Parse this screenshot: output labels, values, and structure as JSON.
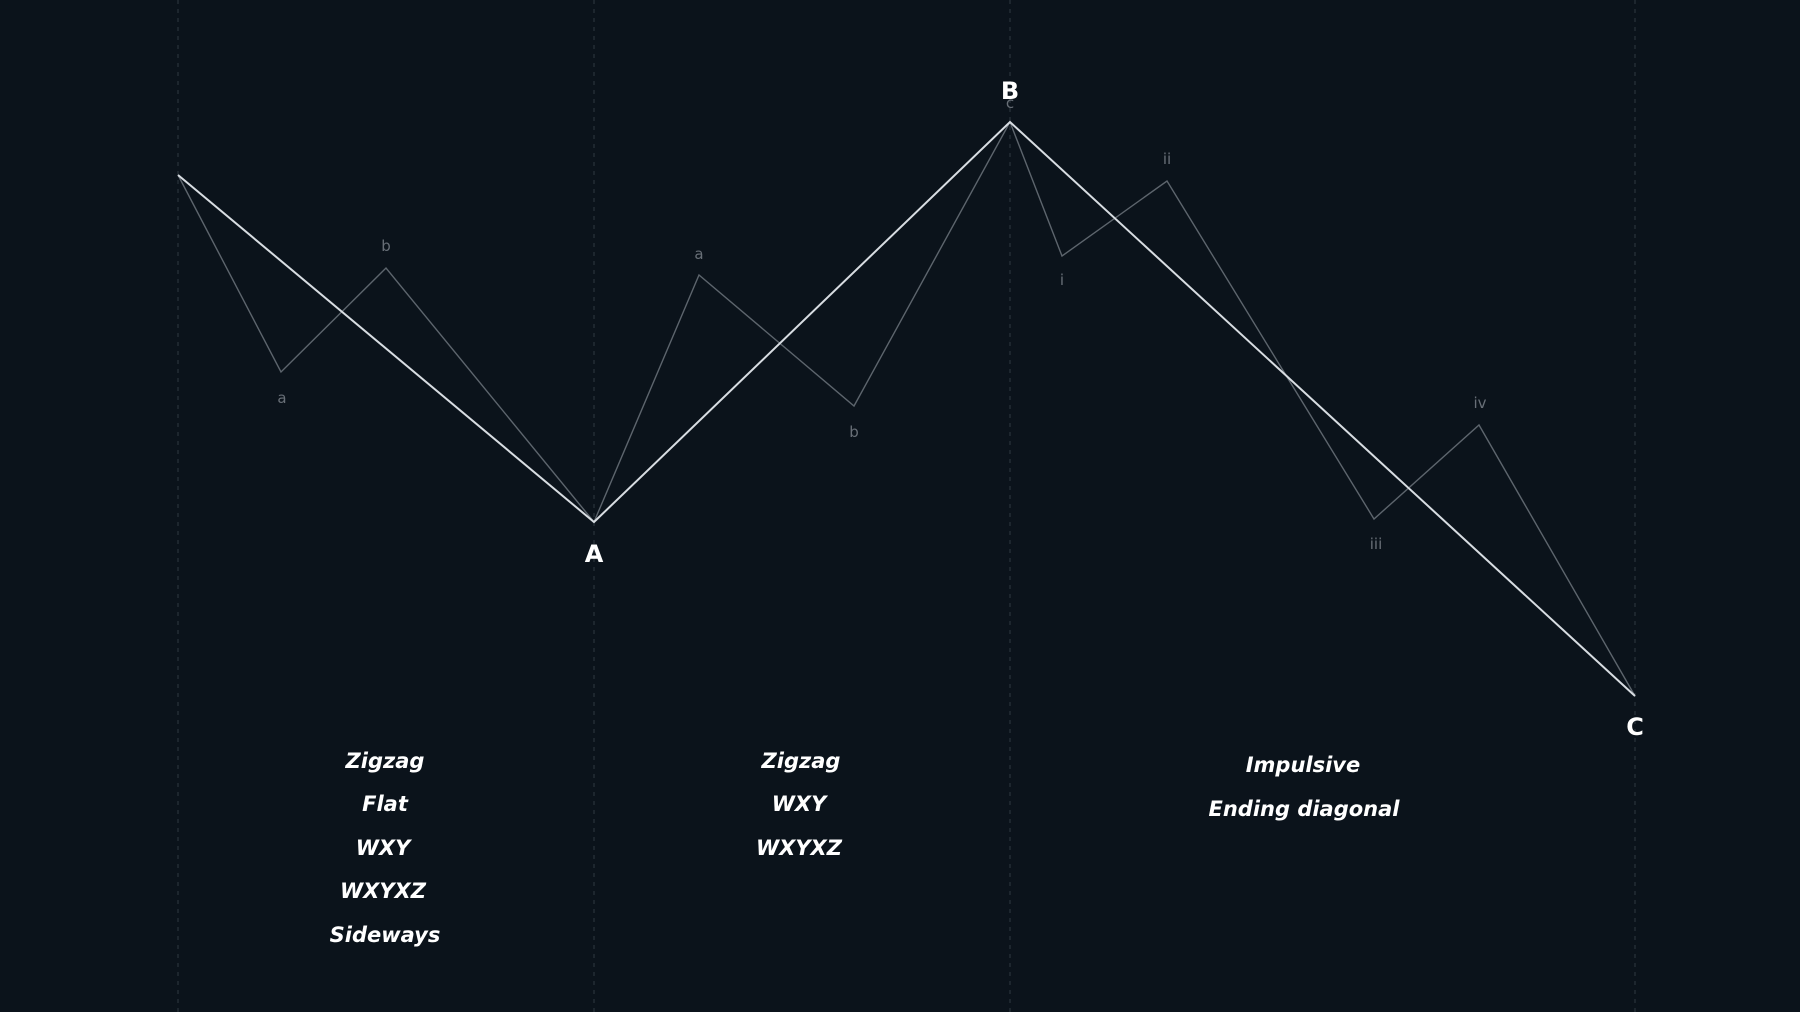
{
  "colors": {
    "background": "#0b131b",
    "main_wave": "#d8dde2",
    "sub_wave": "#5d656d",
    "guide": "#2a323b",
    "label": "#ffffff",
    "sub_label": "#686f77"
  },
  "main_waves": {
    "labels": [
      "A",
      "B",
      "C"
    ]
  },
  "sub_waves": {
    "wave_a": [
      "a",
      "b"
    ],
    "wave_b": [
      "a",
      "b",
      "c"
    ],
    "wave_c": [
      "i",
      "ii",
      "iii",
      "iv"
    ]
  },
  "pattern_lists": {
    "wave_a": [
      "Zigzag",
      "Flat",
      "WXY",
      "WXYXZ",
      "Sideways"
    ],
    "wave_b": [
      "Zigzag",
      "WXY",
      "WXYXZ"
    ],
    "wave_c": [
      "Impulsive",
      "Ending diagonal"
    ]
  }
}
